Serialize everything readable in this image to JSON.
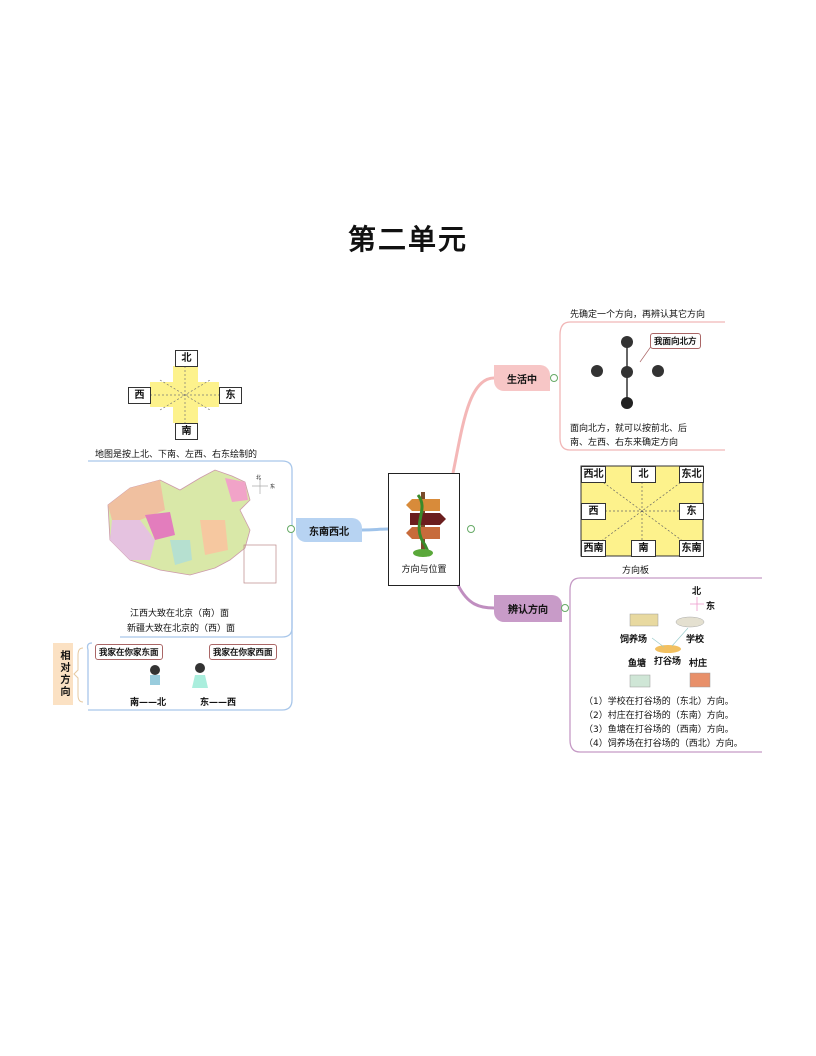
{
  "title": "第二单元",
  "center": {
    "label": "方向与位置"
  },
  "compass4": {
    "north": "北",
    "south": "南",
    "west": "西",
    "east": "东"
  },
  "left": {
    "node": "东南西北",
    "map_rule": "地图是按上北、下南、左西、右东绘制的",
    "map_compass": {
      "north": "北",
      "east": "东"
    },
    "q1": "江西大致在北京（南）面",
    "q2": "新疆大致在北京的（西）面",
    "relative": {
      "label": "相对方向",
      "bubble1": "我家在你家东面",
      "bubble2": "我家在你家西面",
      "pair1": "南——北",
      "pair2": "东——西"
    }
  },
  "life": {
    "node": "生活中",
    "heading": "先确定一个方向，再辨认其它方向",
    "bubble": "我面向北方",
    "text1": "面向北方，就可以按前北、后",
    "text2": "南、左西、右东来确定方向"
  },
  "board": {
    "nw": "西北",
    "n": "北",
    "ne": "东北",
    "w": "西",
    "e": "东",
    "sw": "西南",
    "s": "南",
    "se": "东南",
    "caption": "方向板"
  },
  "identify": {
    "node": "辨认方向",
    "compass": {
      "north": "北",
      "east": "东"
    },
    "places": {
      "farm": "饲养场",
      "school": "学校",
      "pond": "鱼塘",
      "field": "打谷场",
      "village": "村庄"
    },
    "answers": [
      "（1）学校在打谷场的（东北）方向。",
      "（2）村庄在打谷场的（东南）方向。",
      "（3）鱼塘在打谷场的（西南）方向。",
      "（4）饲养场在打谷场的（西北）方向。"
    ]
  },
  "colors": {
    "blue": "#b7d3f2",
    "pink": "#f7c6c6",
    "purple": "#c89bc8",
    "yellow": "#fdf28c",
    "orange": "#fbe1c3"
  }
}
